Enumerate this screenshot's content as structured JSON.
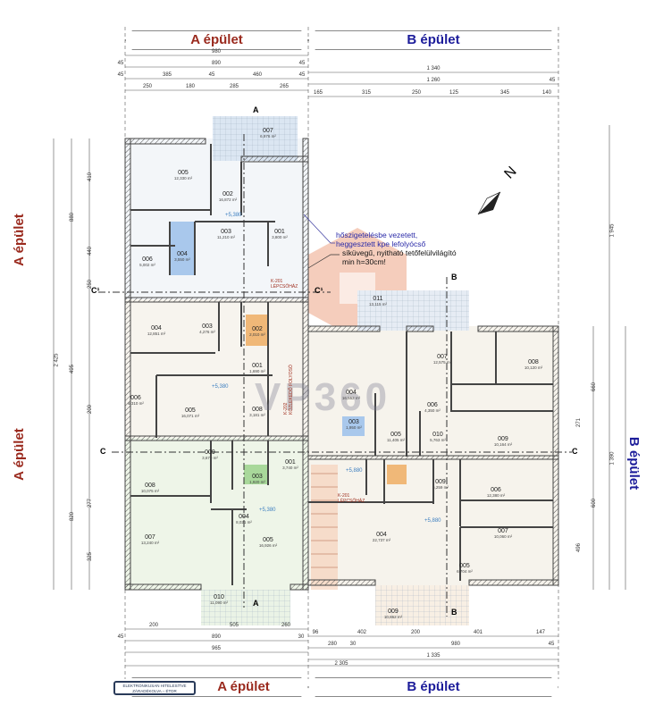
{
  "buildings": {
    "a_label": "A épület",
    "b_label": "B épület"
  },
  "stamp": {
    "line1": "ELEKTRONIKUSAN HITELESÍTVE",
    "line2": "ZÁRADÉKOLVA – ÉTDR"
  },
  "watermark": "VP360",
  "dims_top": {
    "a_total": "980",
    "a_row2": [
      "45",
      "890",
      "45"
    ],
    "a_row3": [
      "45",
      "385",
      "45",
      "460",
      "45"
    ],
    "a_row4": [
      "250",
      "180",
      "285",
      "265"
    ],
    "b_total": "1 340",
    "b_row2": [
      "1 260",
      "45"
    ],
    "b_row3": [
      "165",
      "315",
      "250",
      "125",
      "345",
      "140"
    ]
  },
  "dims_bottom": {
    "a_row1": [
      "200",
      "505",
      "260"
    ],
    "a_row2": [
      "45",
      "890",
      "30"
    ],
    "a_total": "965",
    "b_row1": [
      "96",
      "402",
      "200",
      "401",
      "147"
    ],
    "b_row2": [
      "280",
      "30",
      "980",
      "45"
    ],
    "b_total": "1 335",
    "grand_total": "2 305"
  },
  "dims_left": [
    "2 425",
    "880",
    "410",
    "440",
    "250",
    "495",
    "200",
    "820",
    "277",
    "325"
  ],
  "dims_right": [
    "1 945",
    "1 390",
    "660",
    "271",
    "600",
    "496"
  ],
  "notes": {
    "pipe": "hőszigetelésbe vezetett,\nheggesztett kpe lefolyócső",
    "skylight": "síküvegű, nyitható tetőfelülvilágító\nmin h=30cm!",
    "stair_a": "K-201\nLÉPCSŐHÁZ",
    "stair_b": "K-201\nLÉPCSŐHÁZ",
    "corridor": "K-202\nKÖZLEKEDŐ FOLYOSÓ",
    "level_a1": "+5,380",
    "level_a2": "+5,380",
    "level_a3": "+5,380",
    "level_b1": "+5,880",
    "level_b2": "+5,880",
    "section_c": "C",
    "section_c1": "C¹",
    "section_b": "B",
    "section_a": "A"
  },
  "rooms": {
    "a_top": [
      {
        "no": "007",
        "area": "6,976 m²"
      },
      {
        "no": "005",
        "area": "12,330 m²"
      },
      {
        "no": "002",
        "area": "16,872 m²"
      },
      {
        "no": "003",
        "area": "11,210 m²"
      },
      {
        "no": "001",
        "area": "3,800 m²"
      },
      {
        "no": "006",
        "area": "5,002 m²"
      },
      {
        "no": "004",
        "area": "3,550 m²"
      }
    ],
    "a_mid": [
      {
        "no": "004",
        "area": "12,851 m²"
      },
      {
        "no": "003",
        "area": "4,276 m²"
      },
      {
        "no": "002",
        "area": "2,010 m²"
      },
      {
        "no": "001",
        "area": "1,690 m²"
      },
      {
        "no": "006",
        "area": "6,310 m²"
      },
      {
        "no": "005",
        "area": "16,071 m²"
      },
      {
        "no": "008",
        "area": "3,181 m²"
      }
    ],
    "a_bot": [
      {
        "no": "008",
        "area": "10,075 m²"
      },
      {
        "no": "007",
        "area": "13,240 m²"
      },
      {
        "no": "004",
        "area": "8,021 m²"
      },
      {
        "no": "005",
        "area": "16,926 m²"
      },
      {
        "no": "010",
        "area": "11,090 m²"
      },
      {
        "no": "003",
        "area": "1,920 m²"
      },
      {
        "no": "001",
        "area": "3,740 m²"
      },
      {
        "no": "009",
        "area": "3,670 m²"
      }
    ],
    "b_top": [
      {
        "no": "011",
        "area": "13,115 m²"
      },
      {
        "no": "004",
        "area": "16,552 m²"
      },
      {
        "no": "007",
        "area": "12,575 m²"
      },
      {
        "no": "008",
        "area": "10,120 m²"
      },
      {
        "no": "006",
        "area": "4,350 m²"
      },
      {
        "no": "005",
        "area": "11,405 m²"
      },
      {
        "no": "010",
        "area": "5,763 m²"
      },
      {
        "no": "009",
        "area": "10,164 m²"
      },
      {
        "no": "003",
        "area": "1,950 m²"
      }
    ],
    "b_bot": [
      {
        "no": "004",
        "area": "22,737 m²"
      },
      {
        "no": "009",
        "area": "5,259 m²"
      },
      {
        "no": "006",
        "area": "12,380 m²"
      },
      {
        "no": "007",
        "area": "10,060 m²"
      },
      {
        "no": "005",
        "area": "6,704 m²"
      },
      {
        "no": "009",
        "area": "10,862 m²"
      }
    ]
  },
  "colors": {
    "wall": "#555555",
    "hatch": "#c55a3c",
    "a_color": "#9a2a1e",
    "b_color": "#1c1c9a",
    "terrace": "#dbe6f2",
    "bath_blue": "#a9c8ec",
    "orange": "#f0b878",
    "green": "#a8d89a",
    "floor_a": "#eef5e8",
    "floor_b": "#f4f1ea",
    "watermark": "#e8906a"
  }
}
